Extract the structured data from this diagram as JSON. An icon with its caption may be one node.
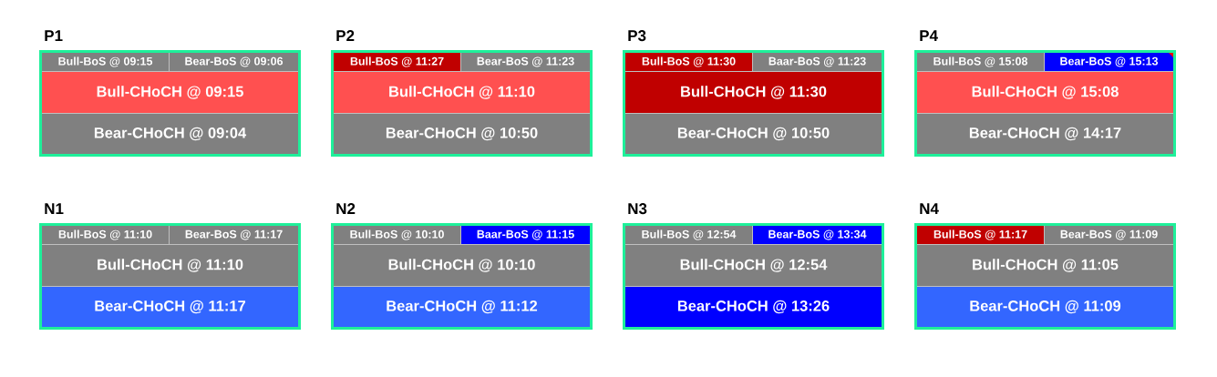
{
  "diagram": {
    "nodes": [
      {
        "text": [
          "P1"
        ]
      },
      {
        "text": [
          "Bull-BoS @ 09:15"
        ],
        "in": 0
      },
      {
        "text": [
          "Bear-BoS @ 09:06"
        ],
        "in": 0
      },
      {
        "text": [
          "Bull-CHoCH @ 09:15"
        ],
        "in": 0
      },
      {
        "text": [
          "Bear-CHoCH @ 09:04"
        ],
        "in": 0
      },
      {
        "text": [
          "P2"
        ]
      },
      {
        "text": [
          "Bull-BoS @ 11:27"
        ],
        "in": 5
      },
      {
        "text": [
          "Bear-BoS @ 11:23"
        ],
        "in": 5
      },
      {
        "text": [
          "Bull-CHoCH @ 11:10"
        ],
        "in": 5
      },
      {
        "text": [
          "Bear-CHoCH @ 10:50"
        ],
        "in": 5
      },
      {
        "text": [
          "P3"
        ]
      },
      {
        "text": [
          "Bull-BoS @ 11:30"
        ],
        "in": 10
      },
      {
        "text": [
          "Baar-BoS @ 11:23"
        ],
        "in": 10
      },
      {
        "text": [
          "Bull-CHoCH @ 11:30"
        ],
        "in": 10
      },
      {
        "text": [
          "Bear-CHoCH @ 10:50"
        ],
        "in": 10
      },
      {
        "text": [
          "P4"
        ]
      },
      {
        "text": [
          "Bull-BoS @ 15:08"
        ],
        "in": 15
      },
      {
        "text": [
          "Bear-BoS @ 15:13"
        ],
        "in": 15
      },
      {
        "text": [
          "Bull-CHoCH @ 15:08"
        ],
        "in": 15
      },
      {
        "text": [
          "Bear-CHoCH @ 14:17"
        ],
        "in": 15
      },
      {
        "text": [
          "N1"
        ]
      },
      {
        "text": [
          "Bull-BoS @ 11:10"
        ],
        "in": 20
      },
      {
        "text": [
          "Bear-BoS @ 11:17"
        ],
        "in": 20
      },
      {
        "text": [
          "Bull-CHoCH @ 11:10"
        ],
        "in": 20
      },
      {
        "text": [
          "Bear-CHoCH @ 11:17"
        ],
        "in": 20
      },
      {
        "text": [
          "N2"
        ]
      },
      {
        "text": [
          "Bull-BoS @ 10:10"
        ],
        "in": 25
      },
      {
        "text": [
          "Baar-BoS @ 11:15"
        ],
        "in": 25
      },
      {
        "text": [
          "Bull-CHoCH @ 10:10"
        ],
        "in": 25
      },
      {
        "text": [
          "Bear-CHoCH @ 11:12"
        ],
        "in": 25
      },
      {
        "text": [
          "N3"
        ]
      },
      {
        "text": [
          "Bull-BoS @ 12:54"
        ],
        "in": 30
      },
      {
        "text": [
          "Bear-BoS @ 13:34"
        ],
        "in": 30
      },
      {
        "text": [
          "Bull-CHoCH @ 12:54"
        ],
        "in": 30
      },
      {
        "text": [
          "Bear-CHoCH @ 13:26"
        ],
        "in": 30
      },
      {
        "text": [
          "N4"
        ]
      },
      {
        "text": [
          "Bull-BoS @ 11:17"
        ],
        "in": 35
      },
      {
        "text": [
          "Bear-BoS @ 11:09"
        ],
        "in": 35
      },
      {
        "text": [
          "Bull-CHoCH @ 11:05"
        ],
        "in": 35
      },
      {
        "text": [
          "Bear-CHoCH @ 11:09"
        ],
        "in": 35
      }
    ]
  }
}
